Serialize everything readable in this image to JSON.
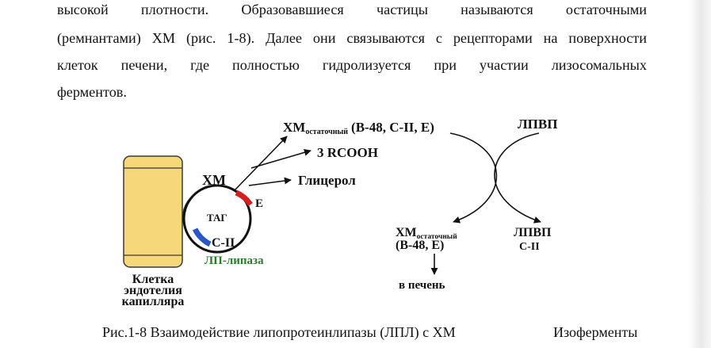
{
  "text": {
    "line1": "высокой плотности. Образовавшиеся частицы называются остаточными",
    "line2": "(ремнантами) ХМ (рис. 1-8). Далее они связываются с рецепторами на поверхности",
    "line3": "клеток печени, где полностью гидролизуется при участии лизосомальных",
    "line4": "ферментов."
  },
  "figure": {
    "hm_remnant_top": "ХМ",
    "hm_remnant_top_sub": "остаточный",
    "hm_remnant_top_apos": "(В-48, С-II, Е)",
    "lpvp_top": "ЛПВП",
    "rcooh": "3 RCOOH",
    "glycerol": "Глицерол",
    "hm": "ХМ",
    "e_label": "Е",
    "tag": "ТАГ",
    "c2_label": "С-II",
    "lp_lipase": "ЛП-липаза",
    "cell_line1": "Клетка",
    "cell_line2": "эндотелия",
    "cell_line3": "капилляра",
    "hm_remnant_bottom": "ХМ",
    "hm_remnant_bottom_sub": "остаточный",
    "hm_remnant_bottom_apos": "(В-48, Е)",
    "lpvp_bottom": "ЛПВП",
    "lpvp_bottom_c2": "С-II",
    "to_liver": "в печень"
  },
  "caption": {
    "text": "Рис.1-8  Взаимодействие  липопротеинлипазы (ЛПЛ) с ХМ",
    "continuation": "Изоферменты"
  },
  "colors": {
    "cell": "#f6d77a",
    "cell_stroke": "#3a3a3a",
    "lipase": "#2f6b3a",
    "lipase_text": "#2f7a2f",
    "apo_e": "#d42020",
    "apo_c2": "#2a57c8"
  }
}
